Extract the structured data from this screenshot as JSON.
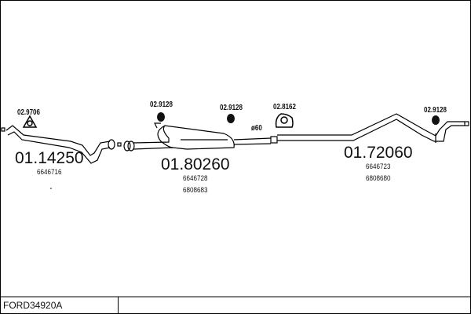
{
  "diagram_code": "FORD34920A",
  "parts": [
    {
      "number": "01.14250",
      "oem": [
        "6646716"
      ]
    },
    {
      "number": "01.80260",
      "oem": [
        "6646728",
        "6808683"
      ]
    },
    {
      "number": "01.72060",
      "oem": [
        "6646723",
        "6808680"
      ]
    }
  ],
  "accessories": [
    {
      "ref": "02.9706",
      "icon": "gasket-icon"
    },
    {
      "ref": "02.9128",
      "icon": "rubber-hanger-icon"
    },
    {
      "ref": "02.9128",
      "icon": "rubber-hanger-icon"
    },
    {
      "ref": "02.8162",
      "icon": "mounting-bracket-icon"
    },
    {
      "ref": "02.9128",
      "icon": "rubber-hanger-icon"
    }
  ],
  "diameter_label": "ø60"
}
